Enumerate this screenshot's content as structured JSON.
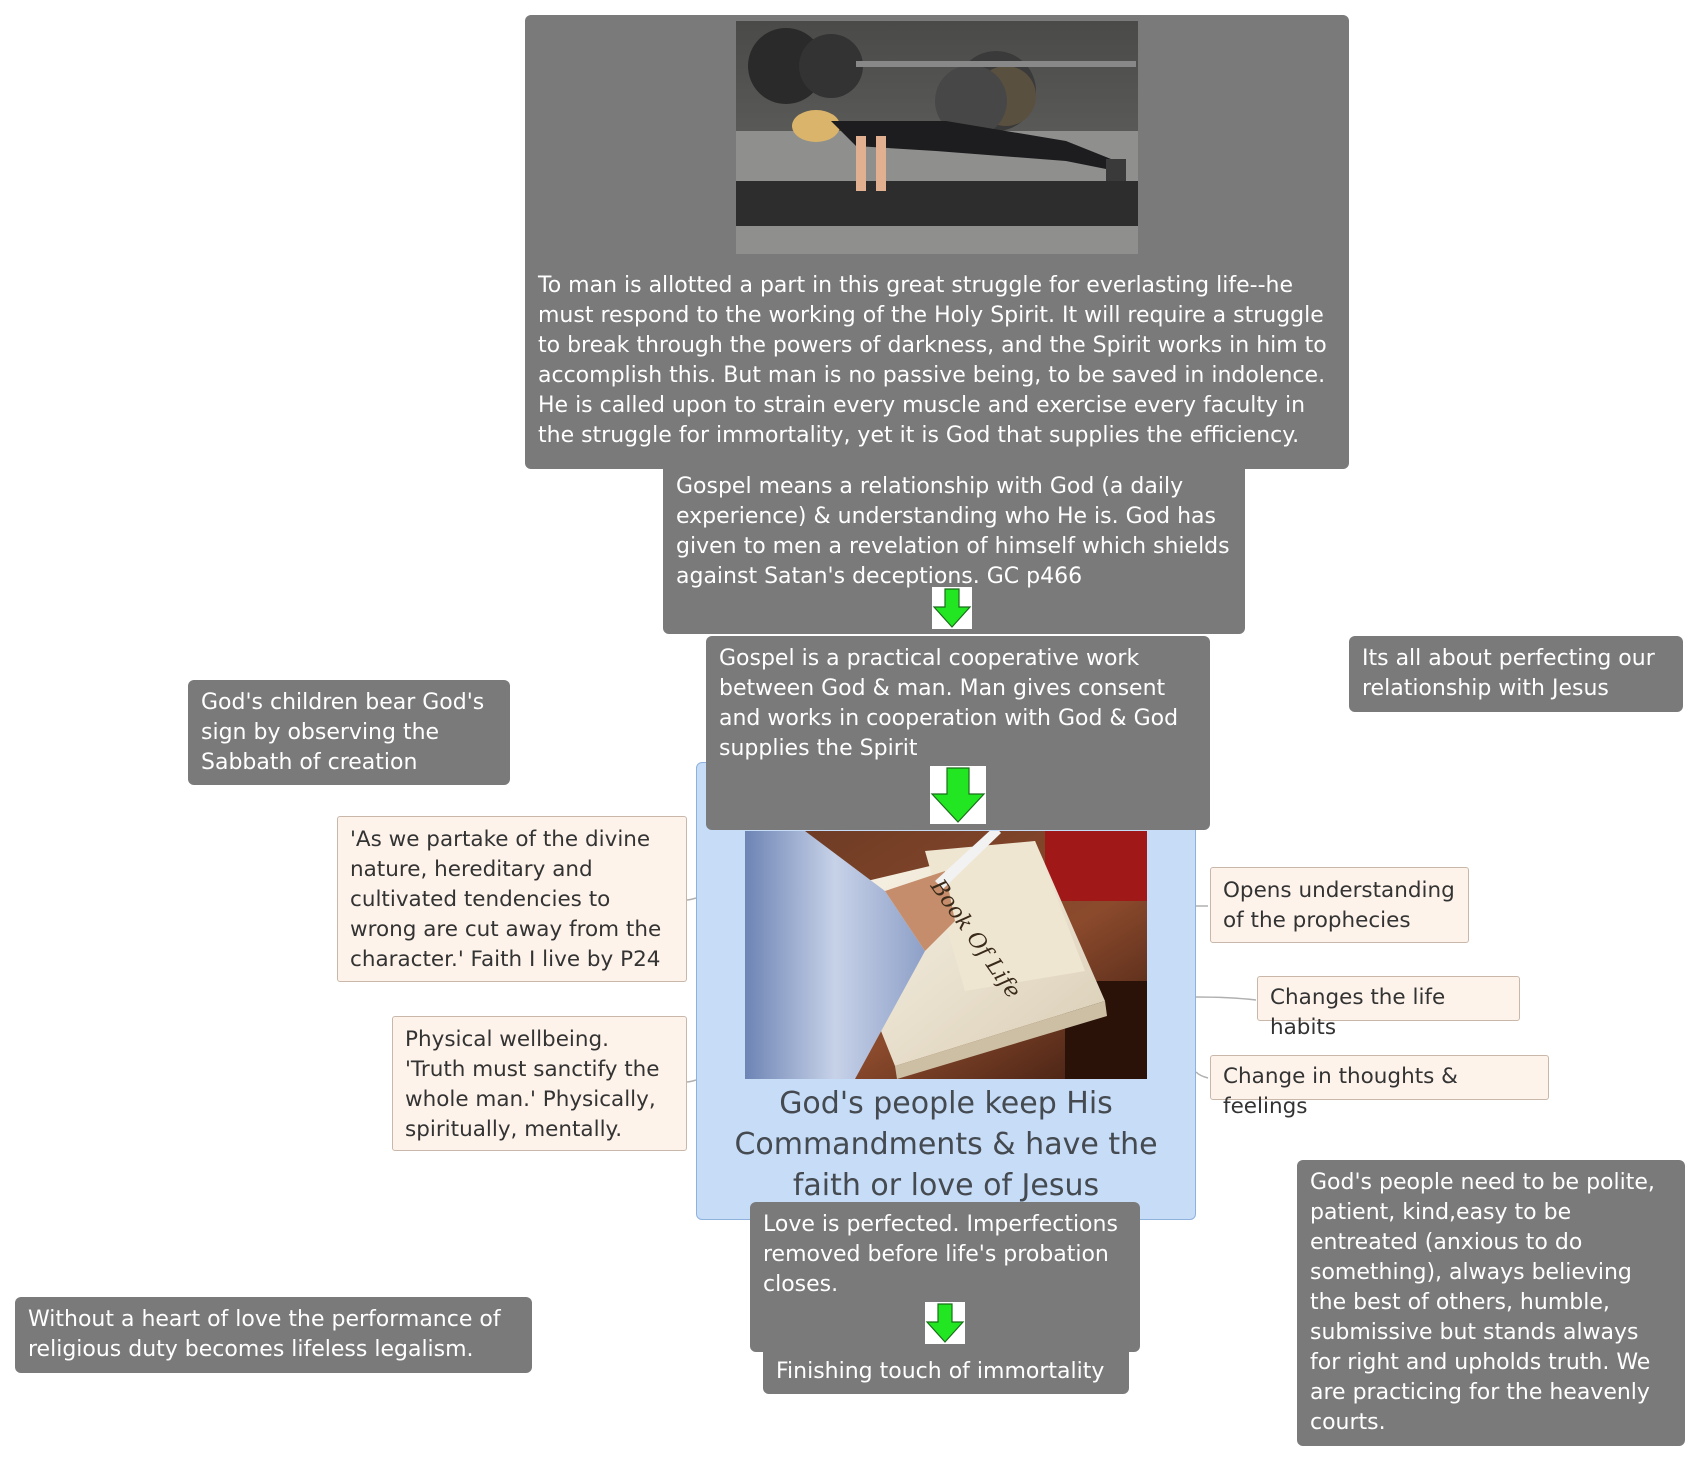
{
  "nodes": {
    "struggle": " To man is allotted a part in this great struggle for everlasting life--he must respond to the working of the Holy Spirit. It will require a struggle to break through the powers of darkness, and the Spirit works in him to accomplish this. But man is no passive being, to be saved in indolence. He is called upon to strain every muscle and exercise every faculty in the struggle for immortality, yet it is God that supplies the efficiency.",
    "relationship": "Gospel means a relationship with God (a daily experience) & understanding who He is. God has given to men a revelation of himself which shields against Satan's deceptions. GC p466",
    "cooperative": "Gospel is a practical cooperative work between God & man. Man gives consent and works in cooperation with God & God supplies the Spirit",
    "perfecting": "Its all about perfecting our relationship with Jesus",
    "sabbath": "God's children bear God's sign by observing the Sabbath of creation",
    "divine_nature": "'As we partake of the divine nature, hereditary and cultivated tendencies to wrong are cut away from the character.' Faith I live by P24",
    "physical": "Physical wellbeing. 'Truth must sanctify the whole man.' Physically, spiritually, mentally.",
    "prophecies": "Opens understanding of the prophecies",
    "life_habits": "Changes the life habits",
    "thoughts": "Change in thoughts & feelings",
    "central_title": "God's people keep His Commandments  & have the faith or love of Jesus",
    "love_perfected": "Love is perfected. Imperfections removed before life's probation closes.",
    "immortality": "Finishing touch of immortality",
    "polite": "God's people need to be polite, patient, kind,easy to be entreated (anxious to do something), always believing the best of others, humble, submissive but stands always for right and upholds truth. We are practicing for the heavenly courts.",
    "legalism": "Without a heart of love the performance of religious duty becomes lifeless legalism."
  },
  "book_text": "Book Of Life",
  "colors": {
    "dark_node": "#7a7a7a",
    "light_node": "#fdf3eb",
    "central_node": "#c6dcf7",
    "arrow": "#22e622"
  },
  "icons": [
    "down-arrow-icon",
    "pushup-photo",
    "book-of-life-photo"
  ]
}
